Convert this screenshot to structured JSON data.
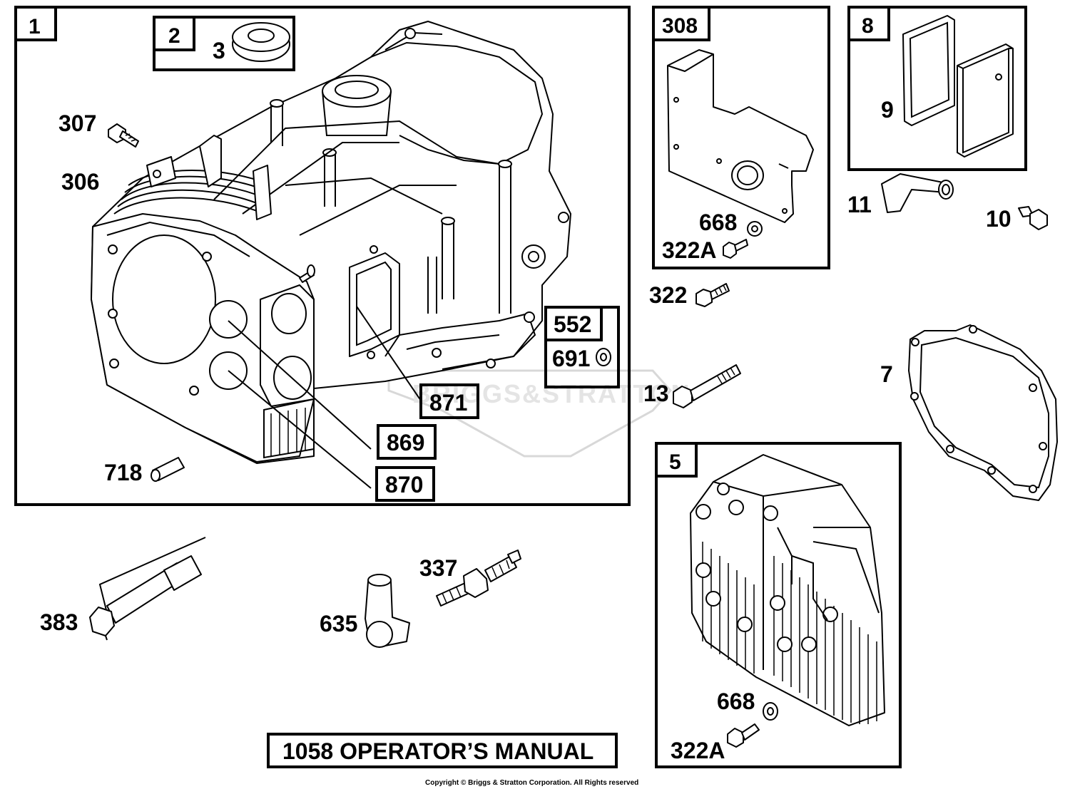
{
  "labels": {
    "l1": "1",
    "l2": "2",
    "l3": "3",
    "l5": "5",
    "l7": "7",
    "l8": "8",
    "l9": "9",
    "l10": "10",
    "l11": "11",
    "l13": "13",
    "l306": "306",
    "l307": "307",
    "l308": "308",
    "l322": "322",
    "l322a_top": "322A",
    "l322a_bottom": "322A",
    "l337": "337",
    "l383": "383",
    "l552": "552",
    "l635": "635",
    "l668_top": "668",
    "l668_bottom": "668",
    "l691": "691",
    "l718": "718",
    "l869": "869",
    "l870": "870",
    "l871": "871"
  },
  "title": "1058 OPERATOR’S MANUAL",
  "copyright": "Copyright © Briggs & Stratton Corporation. All Rights reserved",
  "watermark": "BRIGGS&STRATTON"
}
